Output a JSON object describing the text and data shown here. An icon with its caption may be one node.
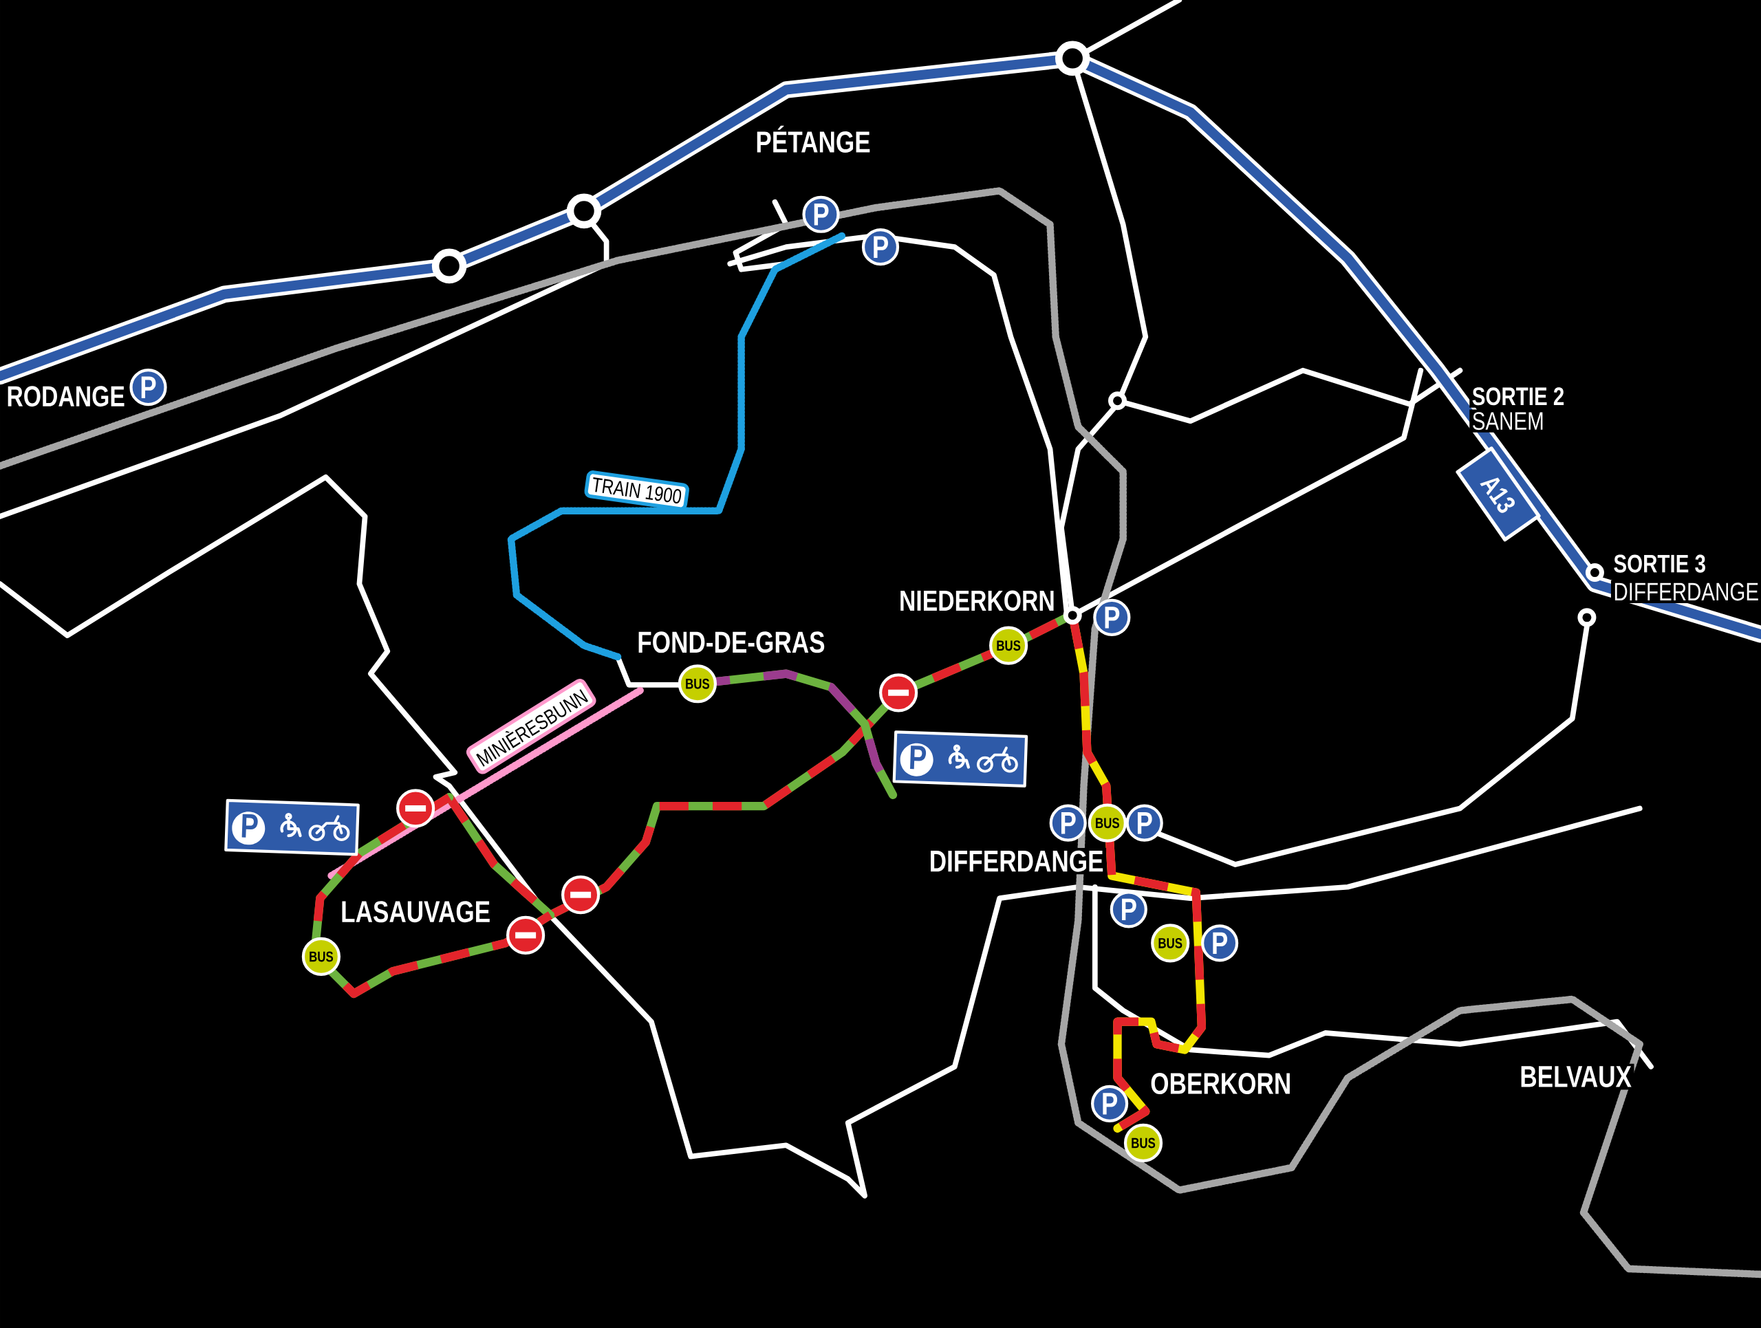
{
  "diagram": {
    "nodes": [
      {
        "text": [
          "P"
        ]
      },
      {
        "text": [
          "P"
        ]
      },
      {
        "text": [
          "P"
        ]
      },
      {
        "text": [
          "A13"
        ]
      },
      {
        "text": [
          "TRAIN 1900"
        ]
      },
      {
        "text": [
          "P"
        ]
      },
      {
        "text": [
          "BUS"
        ]
      },
      {
        "text": [
          "BUS"
        ]
      },
      {
        "text": [
          "MINIÈRESBUNN"
        ]
      },
      {
        "text": [
          "P"
        ]
      },
      {
        "text": [
          "P"
        ]
      },
      {
        "text": [
          "P"
        ]
      },
      {
        "text": [
          "BUS"
        ]
      },
      {
        "text": [
          "P"
        ]
      },
      {
        "text": [
          "P"
        ]
      },
      {
        "text": [
          "BUS"
        ]
      },
      {
        "text": [
          "P"
        ]
      },
      {
        "text": [
          "BUS"
        ]
      },
      {
        "text": [
          "P"
        ]
      },
      {
        "text": [
          "BUS"
        ]
      }
    ],
    "labels": [
      "PÉTANGE",
      "SORTIE 2",
      "SANEM",
      "RODANGE",
      "SORTIE 3",
      "DIFFERDANGE",
      "NIEDERKORN",
      "FOND-DE-GRAS",
      "DIFFERDANGE",
      "LASAUVAGE",
      "BELVAUX",
      "OBERKORN"
    ]
  }
}
